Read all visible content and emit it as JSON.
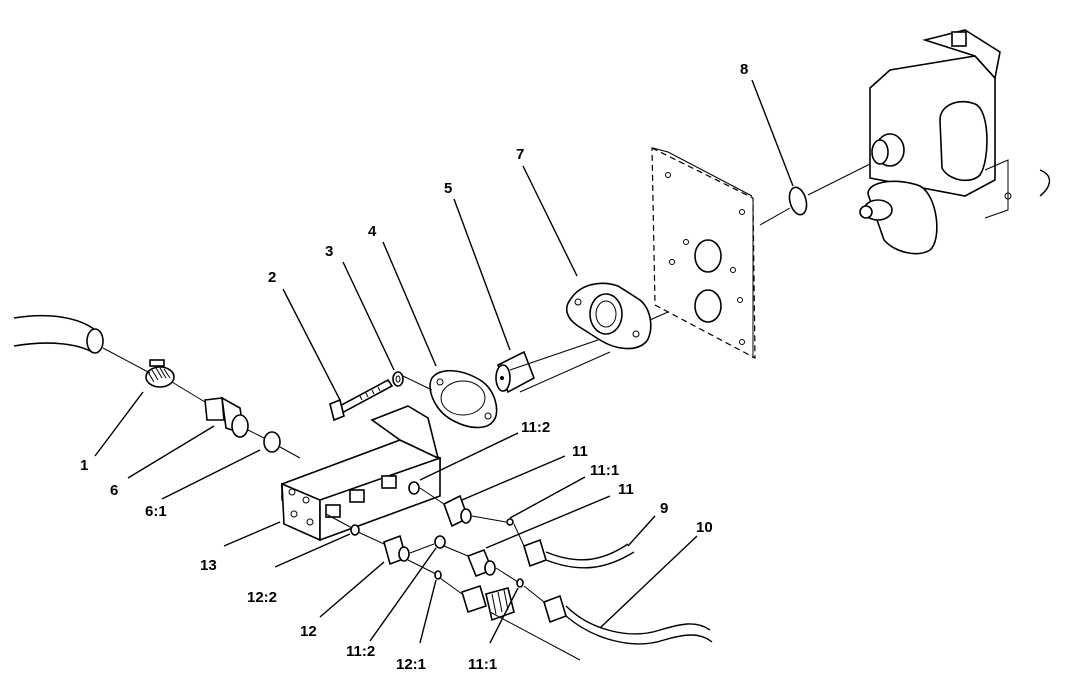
{
  "diagram": {
    "callouts": [
      {
        "id": "c1",
        "label": "1"
      },
      {
        "id": "c2",
        "label": "2"
      },
      {
        "id": "c3",
        "label": "3"
      },
      {
        "id": "c4",
        "label": "4"
      },
      {
        "id": "c5",
        "label": "5"
      },
      {
        "id": "c6",
        "label": "6"
      },
      {
        "id": "c6-1",
        "label": "6:1"
      },
      {
        "id": "c7",
        "label": "7"
      },
      {
        "id": "c8",
        "label": "8"
      },
      {
        "id": "c9",
        "label": "9"
      },
      {
        "id": "c10",
        "label": "10"
      },
      {
        "id": "c11a",
        "label": "11"
      },
      {
        "id": "c11b",
        "label": "11"
      },
      {
        "id": "c11-1a",
        "label": "11:1"
      },
      {
        "id": "c11-1b",
        "label": "11:1"
      },
      {
        "id": "c11-2a",
        "label": "11:2"
      },
      {
        "id": "c11-2b",
        "label": "11:2"
      },
      {
        "id": "c12",
        "label": "12"
      },
      {
        "id": "c12-1",
        "label": "12:1"
      },
      {
        "id": "c12-2",
        "label": "12:2"
      },
      {
        "id": "c13",
        "label": "13"
      }
    ]
  }
}
